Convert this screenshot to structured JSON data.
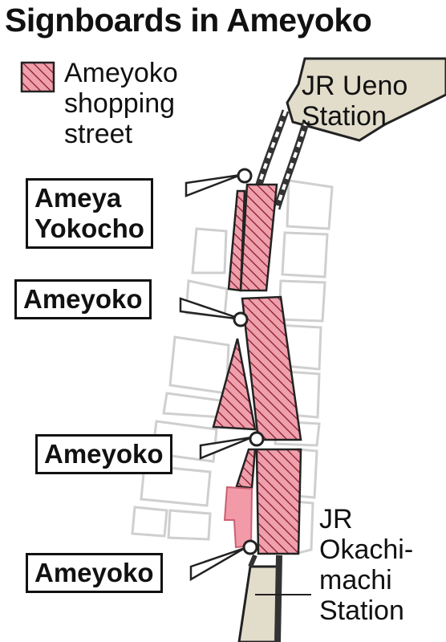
{
  "title": "Signboards in Ameyoko",
  "legend": {
    "line1": "Ameyoko",
    "line2": "shopping",
    "line3": "street"
  },
  "stations": {
    "ueno": {
      "line1": "JR Ueno",
      "line2": "Station"
    },
    "okachimachi": {
      "line1": "JR",
      "line2": "Okachi-",
      "line3": "machi",
      "line4": "Station"
    }
  },
  "signs": [
    {
      "line1": "Ameya",
      "line2": "Yokocho"
    },
    {
      "line1": "Ameyoko"
    },
    {
      "line1": "Ameyoko"
    },
    {
      "line1": "Ameyoko"
    }
  ],
  "colors": {
    "district_fill": "#e8889a",
    "hatch_stroke": "#8b1a2a",
    "block_outline": "#cfcfcf",
    "station_fill": "#e2dccb",
    "rail_dark": "#333333",
    "text": "#111111",
    "solid_pink": "#f29aa8"
  }
}
